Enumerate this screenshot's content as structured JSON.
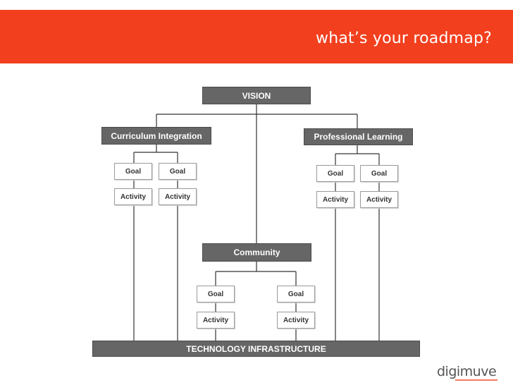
{
  "header": {
    "title": "what’s your roadmap?",
    "color": "#f2401f"
  },
  "diagram": {
    "vision": "VISION",
    "curriculum": {
      "label": "Curriculum Integration",
      "goals": [
        "Goal",
        "Goal"
      ],
      "activities": [
        "Activity",
        "Activity"
      ]
    },
    "professional": {
      "label": "Professional Learning",
      "goals": [
        "Goal",
        "Goal"
      ],
      "activities": [
        "Activity",
        "Activity"
      ]
    },
    "community": {
      "label": "Community",
      "goals": [
        "Goal",
        "Goal"
      ],
      "activities": [
        "Activity",
        "Activity"
      ]
    },
    "infrastructure": "TECHNOLOGY INFRASTRUCTURE"
  },
  "logo": {
    "text": "digimuve"
  }
}
